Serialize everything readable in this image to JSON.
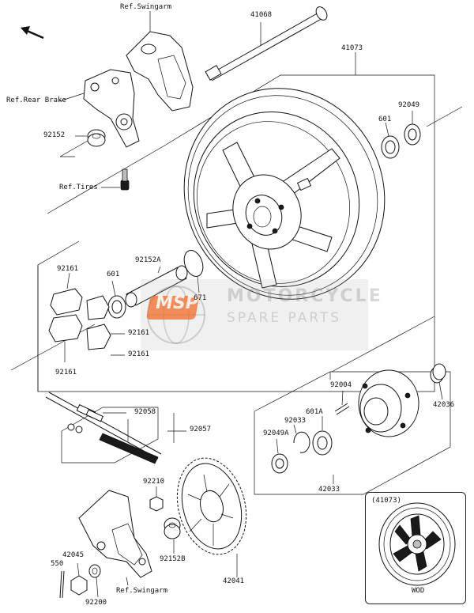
{
  "direction_icon": "front-arrow-icon",
  "watermark": {
    "logo_text": "MSP",
    "title": "MOTORCYCLE",
    "subtitle": "SPARE PARTS",
    "accent_color": "#f26b2a"
  },
  "labels": {
    "ref_swingarm_top": "Ref.Swingarm",
    "p41068": "41068",
    "p41073": "41073",
    "ref_rear_brake": "Ref.Rear Brake",
    "p92049": "92049",
    "p601_top": "601",
    "p92152": "92152",
    "ref_tires": "Ref.Tires",
    "p92152a": "92152A",
    "p92161_a": "92161",
    "p601_mid": "601",
    "p671": "671",
    "p92161_b": "92161",
    "p92161_c": "92161",
    "p92161_d": "92161",
    "p42036": "42036",
    "p92004": "92004",
    "p92058": "92058",
    "p92057": "92057",
    "p92033": "92033",
    "p601a": "601A",
    "p92049a": "92049A",
    "p42033": "42033",
    "p92210": "92210",
    "p92152b": "92152B",
    "p42041": "42041",
    "p42045": "42045",
    "p550": "550",
    "ref_swingarm_bottom": "Ref.Swingarm",
    "p92200": "92200"
  },
  "detail": {
    "title": "(41073)",
    "code": "WOD"
  }
}
